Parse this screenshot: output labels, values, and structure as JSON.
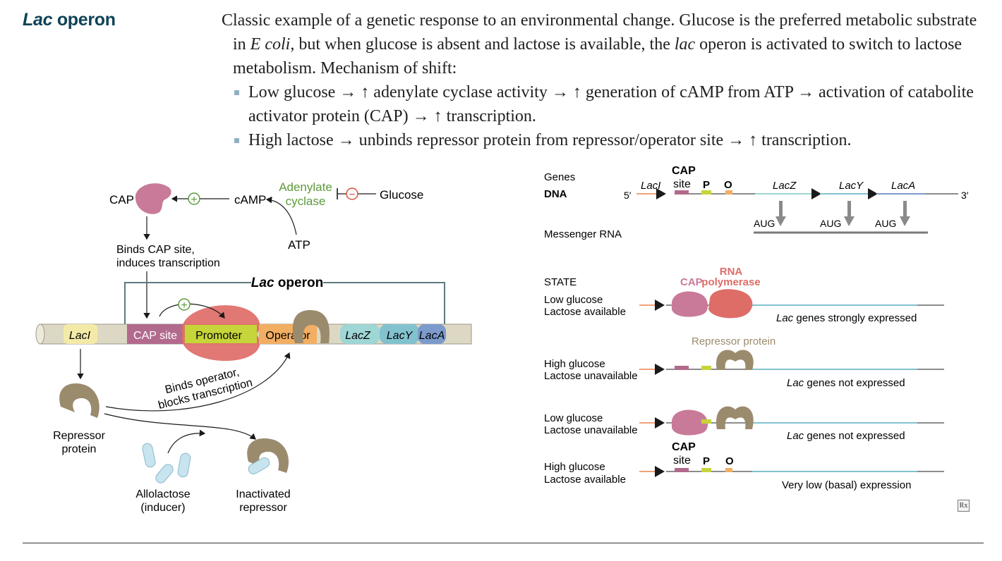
{
  "heading": {
    "italic": "Lac",
    "rest": " operon"
  },
  "intro": {
    "sentence1": "Classic example of a genetic response to an environmental change. Glucose is the preferred metabolic substrate in ",
    "species": "E coli",
    "sentence2": ", but when glucose is absent and lactose is available, the ",
    "lac": "lac",
    "sentence3": " operon is activated to switch to lactose metabolism. Mechanism of shift:"
  },
  "bullets": [
    "Low glucose → ↑ adenylate cyclase activity → ↑ generation of cAMP from ATP → activation of catabolite activator protein (CAP) → ↑ transcription.",
    "High lactose → unbinds repressor protein from repressor/operator site → ↑ transcription."
  ],
  "left_diagram": {
    "cap": "CAP",
    "camp": "cAMP",
    "adenylate_1": "Adenylate",
    "adenylate_2": "cyclase",
    "glucose": "Glucose",
    "atp": "ATP",
    "binds_cap_1": "Binds CAP site,",
    "binds_cap_2": "induces transcription",
    "operon_italic": "Lac",
    "operon_rest": " operon",
    "plus": "+",
    "minus": "−",
    "segments": {
      "laci": "LacI",
      "cap_site": "CAP site",
      "promoter": "Promoter",
      "operator": "Operator",
      "lacz": "LacZ",
      "lacy": "LacY",
      "laca": "LacA"
    },
    "binds_operator_1": "Binds operator,",
    "binds_operator_2": "blocks transcription",
    "repressor_1": "Repressor",
    "repressor_2": "protein",
    "allolactose_1": "Allolactose",
    "allolactose_2": "(inducer)",
    "inactivated_1": "Inactivated",
    "inactivated_2": "repressor"
  },
  "right_diagram": {
    "genes": "Genes",
    "dna": "DNA",
    "five_prime": "5′",
    "three_prime": "3′",
    "laci": "LacI",
    "cap_1": "CAP",
    "cap_2": "site",
    "p": "P",
    "o": "O",
    "lacz": "LacZ",
    "lacy": "LacY",
    "laca": "LacA",
    "aug": "AUG",
    "mrna": "Messenger RNA",
    "state": "STATE",
    "cap_label": "CAP",
    "rnapol_1": "RNA",
    "rnapol_2": "polymerase",
    "repressor_label": "Repressor protein",
    "states": [
      {
        "l1": "Low glucose",
        "l2": "Lactose available",
        "result_italic": "Lac",
        "result_rest": " genes strongly expressed"
      },
      {
        "l1": "High glucose",
        "l2": "Lactose unavailable",
        "result_italic": "Lac",
        "result_rest": " genes not expressed"
      },
      {
        "l1": "Low glucose",
        "l2": "Lactose unavailable",
        "result_italic": "Lac",
        "result_rest": " genes not expressed"
      },
      {
        "l1": "High glucose",
        "l2": "Lactose available",
        "result_italic": "",
        "result_rest": "Very low (basal) expression"
      }
    ]
  },
  "rx_icon": "Rx",
  "colors": {
    "heading": "#0f4257",
    "cap_protein": "#c97a98",
    "cap_site": "#b26a8c",
    "promoter": "#c5d53a",
    "rnapol": "#de6d68",
    "operator": "#f2ae62",
    "repressor": "#9b8b6d",
    "lacz": "#9fd6d6",
    "lacy": "#82c2cf",
    "laca": "#7c9bcc",
    "green": "#5c9a3a",
    "red": "#d94f3b",
    "arrow_orange": "#f0a27a"
  }
}
